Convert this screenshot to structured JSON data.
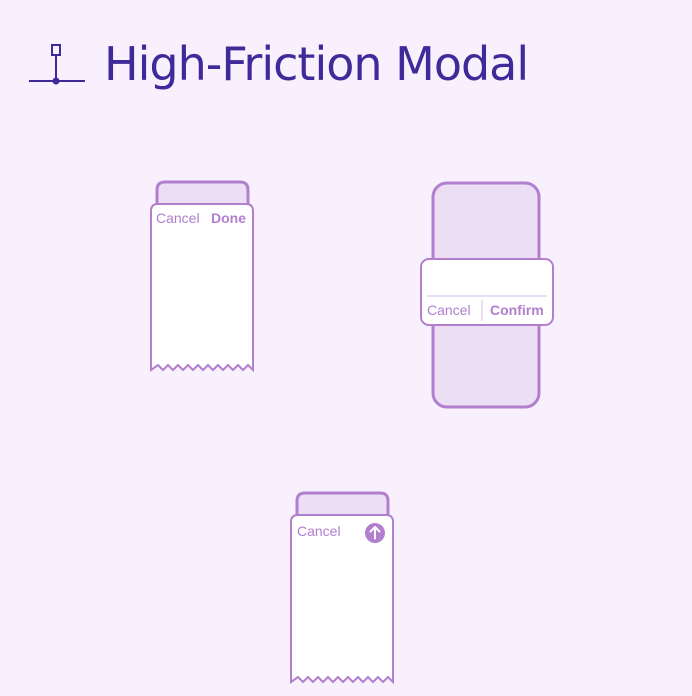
{
  "header": {
    "title": "High-Friction Modal",
    "icon": "lever-icon"
  },
  "colors": {
    "background": "#f8f1fd",
    "title": "#3f2a9a",
    "outline": "#b17fcd",
    "phone_fill": "#ecdff5",
    "sheet_fill": "#ffffff"
  },
  "variants": [
    {
      "id": "sheet-done",
      "cancel_label": "Cancel",
      "action_label": "Done"
    },
    {
      "id": "alert-confirm",
      "cancel_label": "Cancel",
      "action_label": "Confirm"
    },
    {
      "id": "sheet-send",
      "cancel_label": "Cancel",
      "action_icon": "arrow-up-circle-icon"
    }
  ]
}
